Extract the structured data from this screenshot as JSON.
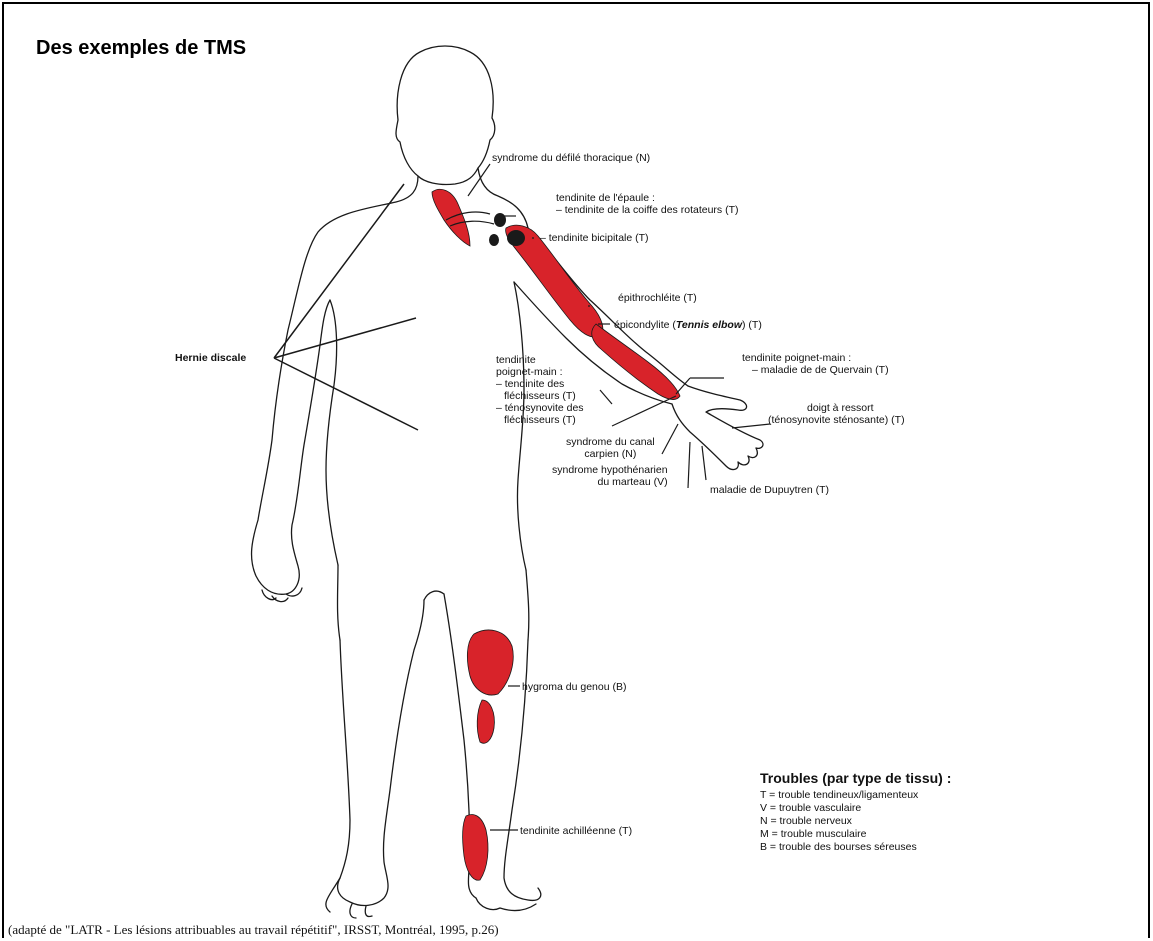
{
  "title": "Des exemples de TMS",
  "labels": {
    "hernie": "Hernie discale",
    "defile": "syndrome du défilé thoracique (N)",
    "epaule_title": "tendinite de l'épaule :",
    "coiffe": "– tendinite de la coiffe des rotateurs (T)",
    "bicipitale": "– tendinite bicipitale (T)",
    "epithrochleite": "épithrochléite (T)",
    "epicondylite_a": "épicondylite (",
    "epicondylite_b": "Tennis elbow",
    "epicondylite_c": ") (T)",
    "tpm_left_1": "tendinite",
    "tpm_left_2": "poignet-main :",
    "tpm_left_3": "– tendinite des",
    "tpm_left_4": "fléchisseurs (T)",
    "tpm_left_5": "– ténosynovite des",
    "tpm_left_6": "fléchisseurs (T)",
    "tpm_right_1": "tendinite poignet-main :",
    "tpm_right_2": "– maladie de de Quervain (T)",
    "doigt_1": "doigt à ressort",
    "doigt_2": "(ténosynovite sténosante) (T)",
    "canal_1": "syndrome du canal",
    "canal_2": "carpien (N)",
    "hypo_1": "syndrome hypothénarien",
    "hypo_2": "du marteau (V)",
    "dupuytren": "maladie de Dupuytren (T)",
    "hygroma": "hygroma du genou (B)",
    "achilleenne": "tendinite achilléenne (T)"
  },
  "legend": {
    "title": "Troubles (par type de tissu) :",
    "items": [
      "T = trouble tendineux/ligamenteux",
      "V = trouble vasculaire",
      "N = trouble nerveux",
      "M = trouble musculaire",
      "B = trouble des bourses séreuses"
    ]
  },
  "citation": "(adapté de \"LATR - Les lésions attribuables au travail répétitif\", IRSST, Montréal, 1995, p.26)",
  "colors": {
    "highlight": "#d8232a",
    "outline": "#1a1a1a"
  }
}
